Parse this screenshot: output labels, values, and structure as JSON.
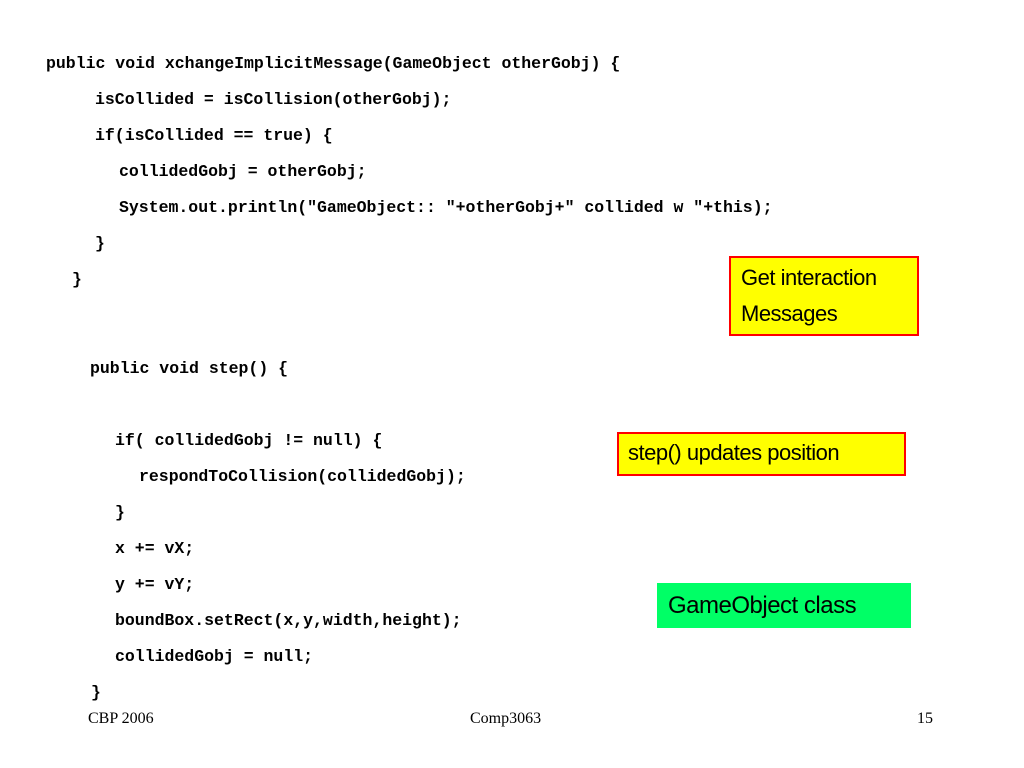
{
  "code": {
    "lines": [
      "public void xchangeImplicitMessage(GameObject otherGobj) {",
      "isCollided = isCollision(otherGobj);",
      "if(isCollided == true) {",
      "collidedGobj = otherGobj;",
      "System.out.println(\"GameObject:: \"+otherGobj+\" collided w \"+this);",
      "}",
      "}",
      "public void step() {",
      "if( collidedGobj != null) {",
      "respondToCollision(collidedGobj);",
      "}",
      "x += vX;",
      "y += vY;",
      "boundBox.setRect(x,y,width,height);",
      "collidedGobj = null;",
      "}"
    ]
  },
  "callouts": {
    "interaction_line1": "Get interaction",
    "interaction_line2": "Messages",
    "step_updates": "step()  updates position",
    "gameobject_class": "GameObject class"
  },
  "footer": {
    "left": "CBP 2006",
    "center": "Comp3063",
    "page_number": "15"
  },
  "colors": {
    "callout_yellow": "#ffff00",
    "callout_border": "#ff0000",
    "callout_green": "#00ff66"
  }
}
